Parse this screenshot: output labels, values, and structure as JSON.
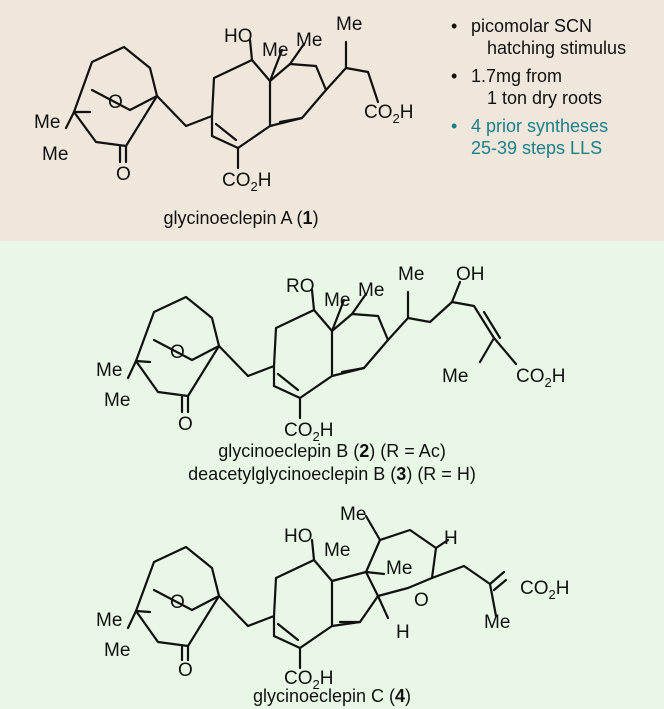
{
  "compounds": [
    {
      "name": "glycinoeclepin A",
      "number": "1",
      "labels": {
        "ho": "HO",
        "me_angular": "Me",
        "me_quat": "Me",
        "me_side": "Me",
        "co2h_side": "CO",
        "co2h_side_sub": "2",
        "co2h_side_end": "H",
        "me_gem1": "Me",
        "me_gem2": "Me",
        "oxo": "O",
        "bridge_o": "O",
        "co2h_ring": "CO",
        "co2h_ring_sub": "2",
        "co2h_ring_end": "H"
      }
    },
    {
      "name": "glycinoeclepin B",
      "number": "2",
      "suffix": " (R = Ac)",
      "labels": {
        "ro": "RO",
        "me_angular": "Me",
        "me_quat": "Me",
        "me_side": "Me",
        "oh": "OH",
        "me_vinyl": "Me",
        "co2h_side": "CO",
        "co2h_side_sub": "2",
        "co2h_side_end": "H",
        "me_gem1": "Me",
        "me_gem2": "Me",
        "oxo": "O",
        "bridge_o": "O",
        "co2h_ring": "CO",
        "co2h_ring_sub": "2",
        "co2h_ring_end": "H"
      }
    },
    {
      "name": "deacetylglycinoeclepin B",
      "number": "3",
      "suffix": " (R = H)"
    },
    {
      "name": "glycinoeclepin C",
      "number": "4",
      "labels": {
        "ho": "HO",
        "me_angular": "Me",
        "me_top": "Me",
        "me_quat": "Me",
        "h_top": "H",
        "h_bottom": "H",
        "o_ring": "O",
        "me_vinyl": "Me",
        "co2h_side": "CO",
        "co2h_side_sub": "2",
        "co2h_side_end": "H",
        "me_gem1": "Me",
        "me_gem2": "Me",
        "oxo": "O",
        "bridge_o": "O",
        "co2h_ring": "CO",
        "co2h_ring_sub": "2",
        "co2h_ring_end": "H"
      }
    }
  ],
  "notes": [
    {
      "line1": "picomolar SCN",
      "line2": "hatching stimulus",
      "color": "#111111"
    },
    {
      "line1": "1.7mg from",
      "line2": "1 ton dry roots",
      "color": "#111111"
    },
    {
      "line1": "4 prior syntheses",
      "line2": "25-39 steps LLS",
      "color": "#1b7f8a"
    }
  ],
  "bullet": "•",
  "open_paren": "(",
  "close_paren": ")"
}
